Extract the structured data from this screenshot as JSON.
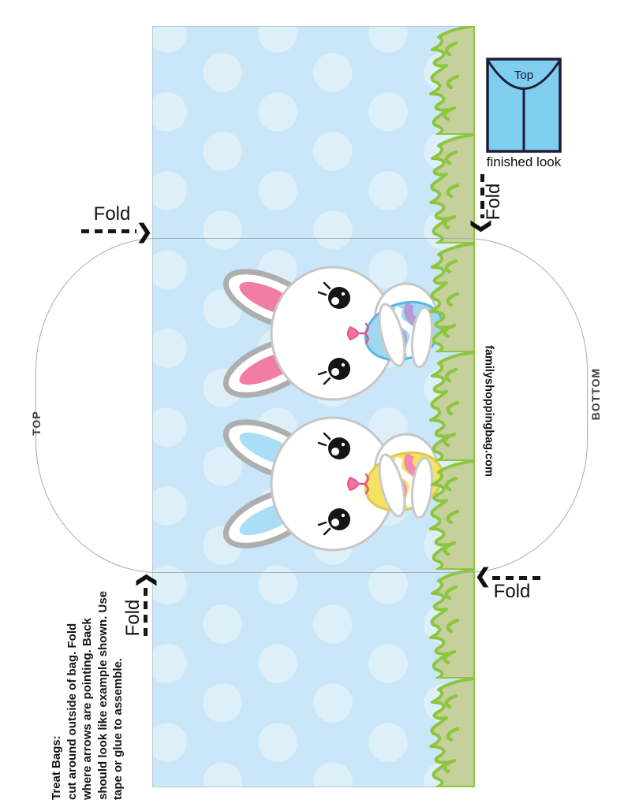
{
  "labels": {
    "fold": "Fold",
    "top_edge": "TOP",
    "bottom_edge": "BOTTOM",
    "watermark": "familyshoppingbag.com"
  },
  "finished_look": {
    "top_label": "Top",
    "caption": "finished look"
  },
  "instructions": {
    "title": "Treat Bags:",
    "lines": [
      "cut around outside of bag.  Fold",
      "where arrows are pointing.  Back",
      "should look like example shown.  Use",
      "tape or glue to assemble."
    ]
  },
  "icons": {
    "chevron": "❯"
  },
  "colors": {
    "bag_background": "#c9e7f8",
    "bag_dot": "#ddf0fa",
    "grass_green": "#8cc63f",
    "grass_olive": "#c6d09d",
    "finished_fill": "#7fceef",
    "finished_outline": "#1d1d38",
    "cut_line": "#ababab"
  },
  "bunnies": [
    {
      "id": "bunny-top",
      "ear_color": "#f17ca4",
      "egg_base": "#9ed9f2",
      "egg_stripe": "#b69ad5",
      "egg_line": "#5ab6e2",
      "egg_highlight": "#ffffff"
    },
    {
      "id": "bunny-bottom",
      "ear_color": "#a9def6",
      "egg_base": "#f4e263",
      "egg_stripe": "#f08cb4",
      "egg_line": "#e0c84e",
      "egg_highlight": "#ffffff"
    }
  ]
}
